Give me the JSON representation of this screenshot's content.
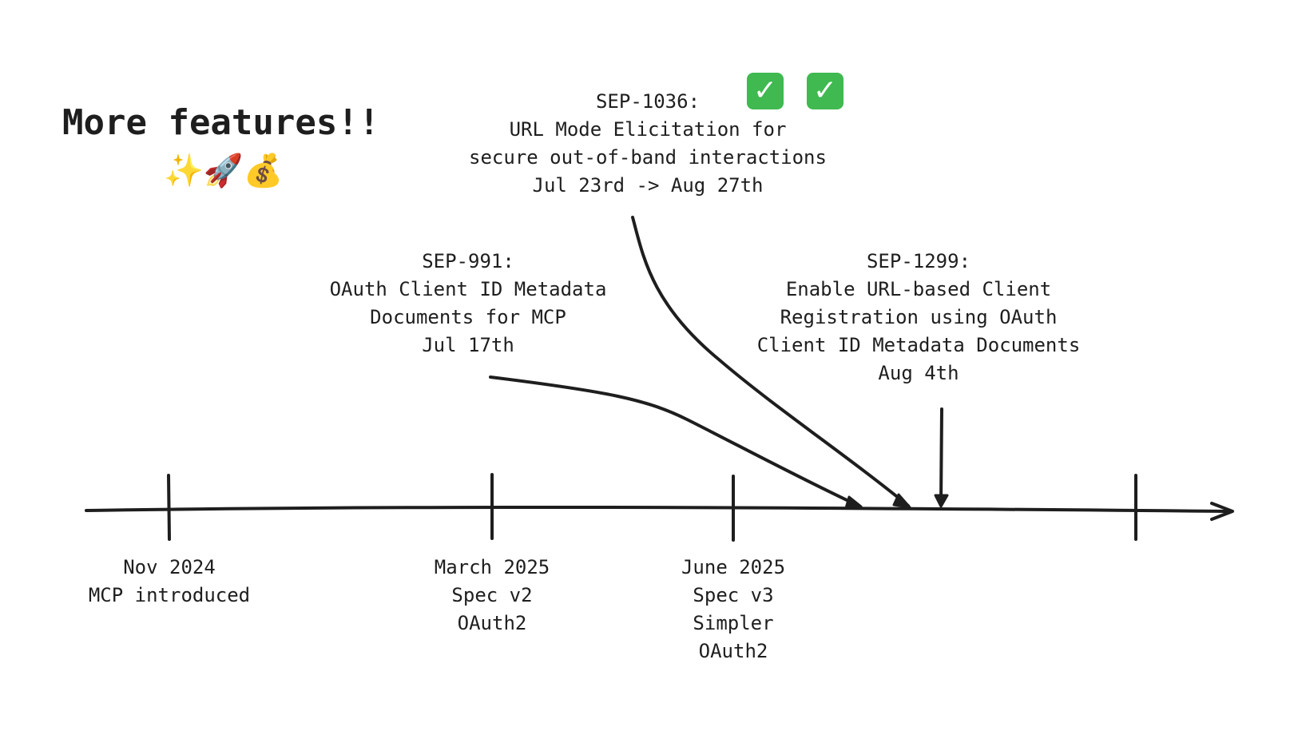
{
  "title": {
    "text": "More features!!",
    "emoji": [
      "sparkles",
      "rocket",
      "money-bag"
    ]
  },
  "timeline": {
    "milestones": [
      {
        "lines": [
          "Nov 2024",
          "MCP introduced"
        ]
      },
      {
        "lines": [
          "March 2025",
          "Spec v2",
          "OAuth2"
        ]
      },
      {
        "lines": [
          "June 2025",
          "Spec v3",
          "Simpler",
          "OAuth2"
        ]
      }
    ]
  },
  "proposals": [
    {
      "id": "SEP-991:",
      "lines": [
        "OAuth Client ID Metadata",
        "Documents for MCP",
        "Jul 17th"
      ]
    },
    {
      "id": "SEP-1036:",
      "lines": [
        "URL Mode Elicitation for",
        "secure out-of-band interactions",
        "Jul 23rd -> Aug 27th"
      ],
      "status": [
        "check-icon",
        "check-icon"
      ]
    },
    {
      "id": "SEP-1299:",
      "lines": [
        "Enable URL-based Client",
        "Registration using OAuth",
        "Client ID Metadata Documents",
        "Aug 4th"
      ]
    }
  ],
  "colors": {
    "ink": "#1e1e1e",
    "check": "#3fb950",
    "background": "#ffffff"
  }
}
